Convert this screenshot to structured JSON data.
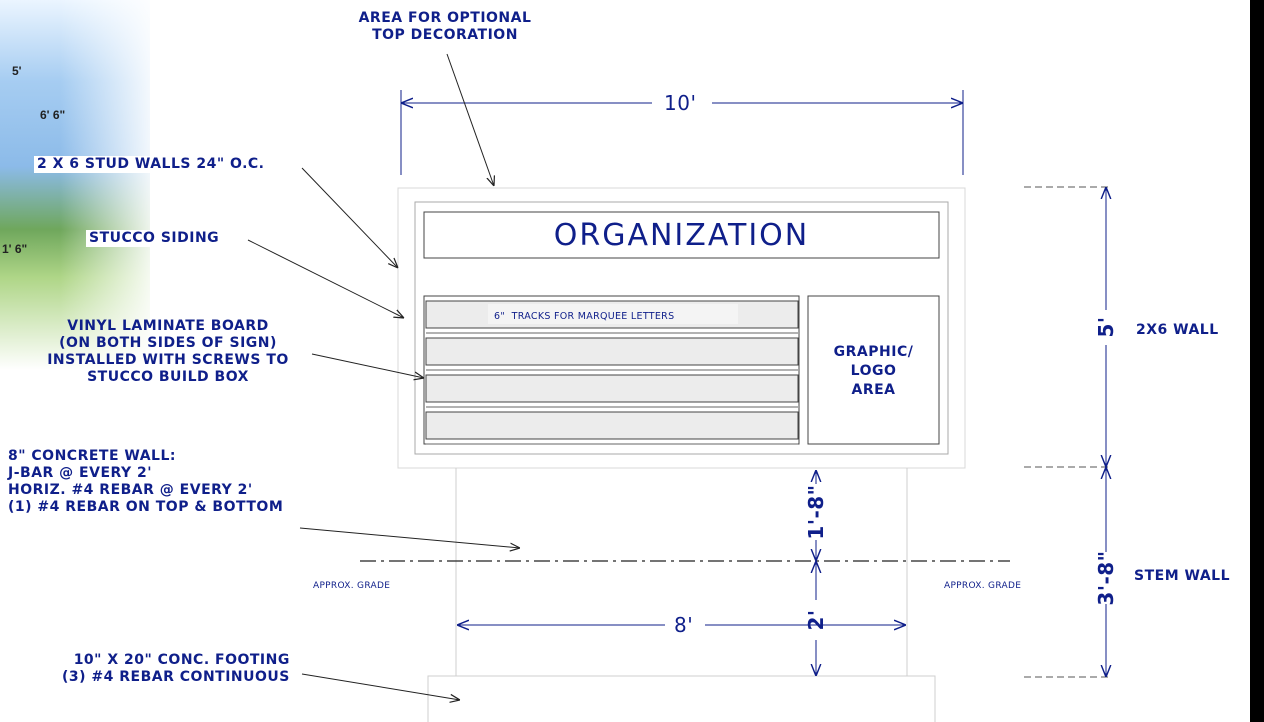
{
  "background_marks": [
    "5'",
    "6' 6\"",
    "1' 6\""
  ],
  "labels": {
    "top_decoration": "AREA FOR OPTIONAL\nTOP DECORATION",
    "stud_walls": "2 X 6 STUD WALLS 24\" O.C.",
    "stucco": "STUCCO SIDING",
    "vinyl": "VINYL LAMINATE BOARD\n(ON BOTH SIDES OF SIGN)\nINSTALLED WITH SCREWS TO\nSTUCCO BUILD BOX",
    "concrete_wall": "8\" CONCRETE WALL:\nJ-BAR @ EVERY 2'\nHORIZ. #4 REBAR @ EVERY 2'\n(1) #4 REBAR ON TOP & BOTTOM",
    "grade_left": "APPROX. GRADE",
    "grade_right": "APPROX. GRADE",
    "footing": "10\" X 20\" CONC. FOOTING\n(3) #4 REBAR CONTINUOUS"
  },
  "sign": {
    "title": "ORGANIZATION",
    "track_note": "6\"  TRACKS FOR MARQUEE LETTERS",
    "logo_area": "GRAPHIC/\nLOGO\nAREA",
    "track_count": 4
  },
  "dimensions": {
    "top_width": "10'",
    "sign_height": "5'",
    "sign_height_label": "2X6 WALL",
    "stem_height": "3'-8\"",
    "stem_label": "STEM WALL",
    "above_grade": "1'-8\"",
    "below_grade": "2'",
    "stem_width": "8'"
  },
  "colors": {
    "annotation": "#0f1f8a",
    "drawing_line": "#333333",
    "track_fill": "#ececec"
  }
}
